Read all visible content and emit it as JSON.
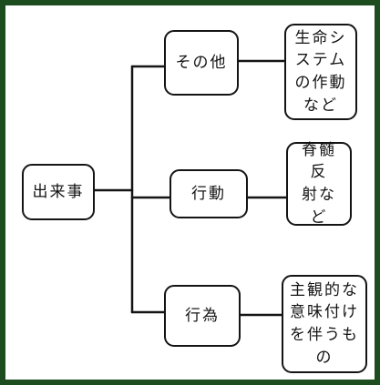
{
  "diagram": {
    "root": {
      "label": "出来事"
    },
    "branches": [
      {
        "label": "その他",
        "detail_lines": [
          "生命シ",
          "ステム",
          "の作動",
          "など"
        ]
      },
      {
        "label": "行動",
        "detail_lines": [
          "脊髄反",
          "射など"
        ]
      },
      {
        "label": "行為",
        "detail_lines": [
          "主観的な",
          "意味付け",
          "を伴うも",
          "の"
        ]
      }
    ]
  },
  "colors": {
    "background_border": "#1d4d1f",
    "canvas": "#ffffff",
    "stroke": "#141414"
  }
}
